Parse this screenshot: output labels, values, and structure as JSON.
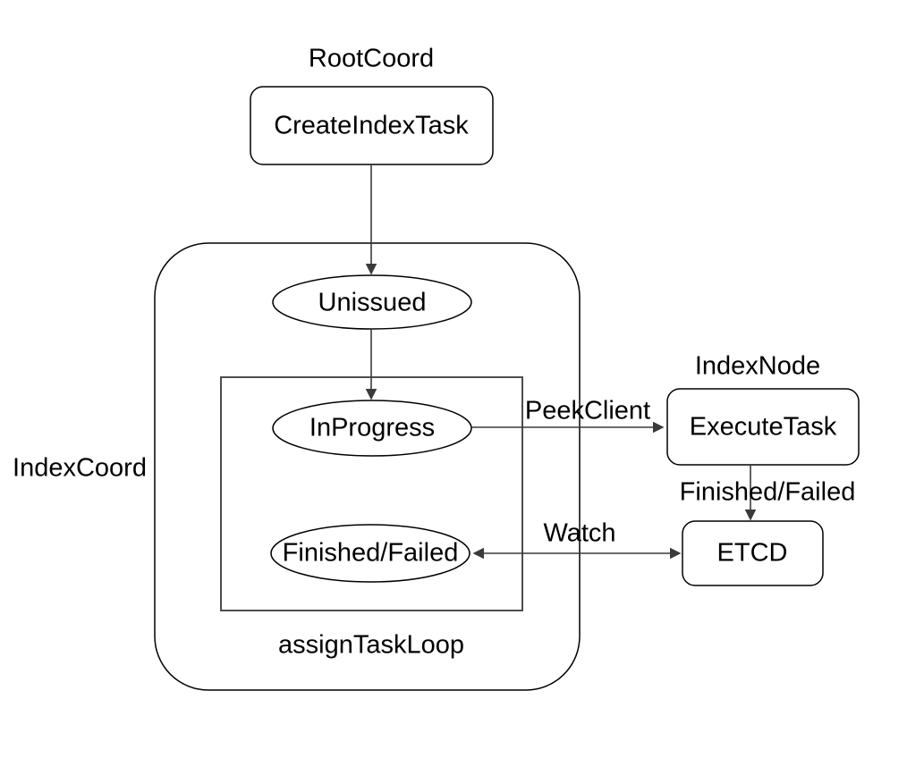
{
  "diagram": {
    "group_labels": {
      "root_coord": "RootCoord",
      "index_coord": "IndexCoord",
      "index_node": "IndexNode",
      "assign_task_loop": "assignTaskLoop"
    },
    "nodes": {
      "create_index_task": "CreateIndexTask",
      "unissued": "Unissued",
      "in_progress": "InProgress",
      "finished_failed": "Finished/Failed",
      "execute_task": "ExecuteTask",
      "etcd": "ETCD"
    },
    "edge_labels": {
      "peek_client": "PeekClient",
      "finished_failed": "Finished/Failed",
      "watch": "Watch"
    },
    "colors": {
      "background": "#ffffff",
      "shape_stroke": "#000000",
      "inner_box_stroke": "#4d4d4d",
      "arrow_stroke": "#3a3a3a",
      "text": "#000000"
    }
  }
}
